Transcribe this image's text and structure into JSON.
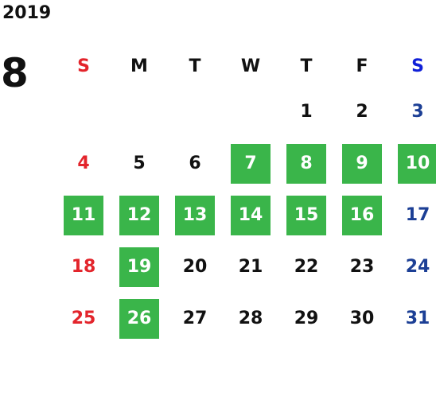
{
  "year": "2019",
  "month": "8",
  "colors": {
    "highlight": "#3ab54a",
    "sunday": "#e3242b",
    "saturday": "#1c3f95",
    "saturday_header": "#1020d8",
    "text": "#111111"
  },
  "weekdays": [
    "S",
    "M",
    "T",
    "W",
    "T",
    "F",
    "S"
  ],
  "weeks": [
    [
      {
        "day": ""
      },
      {
        "day": ""
      },
      {
        "day": ""
      },
      {
        "day": ""
      },
      {
        "day": "1"
      },
      {
        "day": "2"
      },
      {
        "day": "3"
      }
    ],
    [
      {
        "day": "4"
      },
      {
        "day": "5"
      },
      {
        "day": "6"
      },
      {
        "day": "7",
        "highlighted": true
      },
      {
        "day": "8",
        "highlighted": true
      },
      {
        "day": "9",
        "highlighted": true
      },
      {
        "day": "10",
        "highlighted": true
      }
    ],
    [
      {
        "day": "11",
        "highlighted": true
      },
      {
        "day": "12",
        "highlighted": true
      },
      {
        "day": "13",
        "highlighted": true
      },
      {
        "day": "14",
        "highlighted": true
      },
      {
        "day": "15",
        "highlighted": true
      },
      {
        "day": "16",
        "highlighted": true
      },
      {
        "day": "17"
      }
    ],
    [
      {
        "day": "18"
      },
      {
        "day": "19",
        "highlighted": true
      },
      {
        "day": "20"
      },
      {
        "day": "21"
      },
      {
        "day": "22"
      },
      {
        "day": "23"
      },
      {
        "day": "24"
      }
    ],
    [
      {
        "day": "25"
      },
      {
        "day": "26",
        "highlighted": true
      },
      {
        "day": "27"
      },
      {
        "day": "28"
      },
      {
        "day": "29"
      },
      {
        "day": "30"
      },
      {
        "day": "31"
      }
    ]
  ]
}
